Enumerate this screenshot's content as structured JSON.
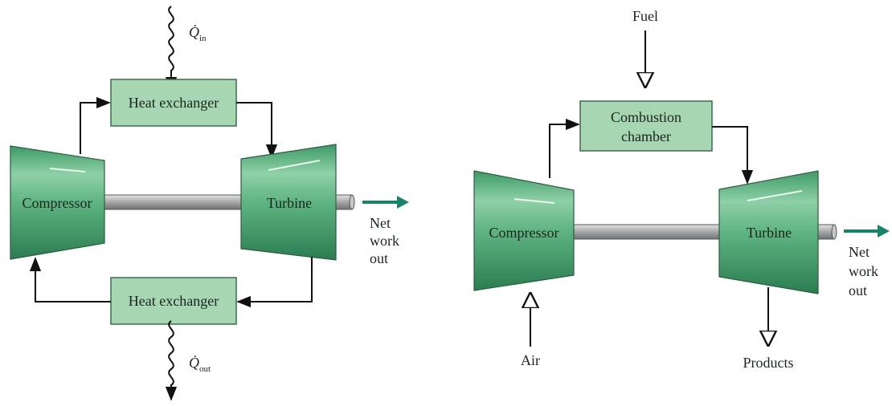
{
  "closed_cycle": {
    "heat_in_symbol": "Q̇",
    "heat_in_subscript": "in",
    "heat_exchanger_top": "Heat exchanger",
    "compressor": "Compressor",
    "turbine": "Turbine",
    "heat_exchanger_bottom": "Heat exchanger",
    "heat_out_symbol": "Q̇",
    "heat_out_subscript": "out",
    "net_work": [
      "Net",
      "work",
      "out"
    ]
  },
  "open_cycle": {
    "fuel": "Fuel",
    "combustion_chamber": [
      "Combustion",
      "chamber"
    ],
    "compressor": "Compressor",
    "turbine": "Turbine",
    "air": "Air",
    "products": "Products",
    "net_work": [
      "Net",
      "work",
      "out"
    ]
  },
  "colors": {
    "box_fill": "#a6d6b2",
    "box_stroke": "#3e6b4d",
    "machine_dark": "#2d8a59",
    "machine_light": "#9bd7b3",
    "shaft": "#a9abad",
    "work_arrow": "#17836a",
    "line": "#111111"
  }
}
